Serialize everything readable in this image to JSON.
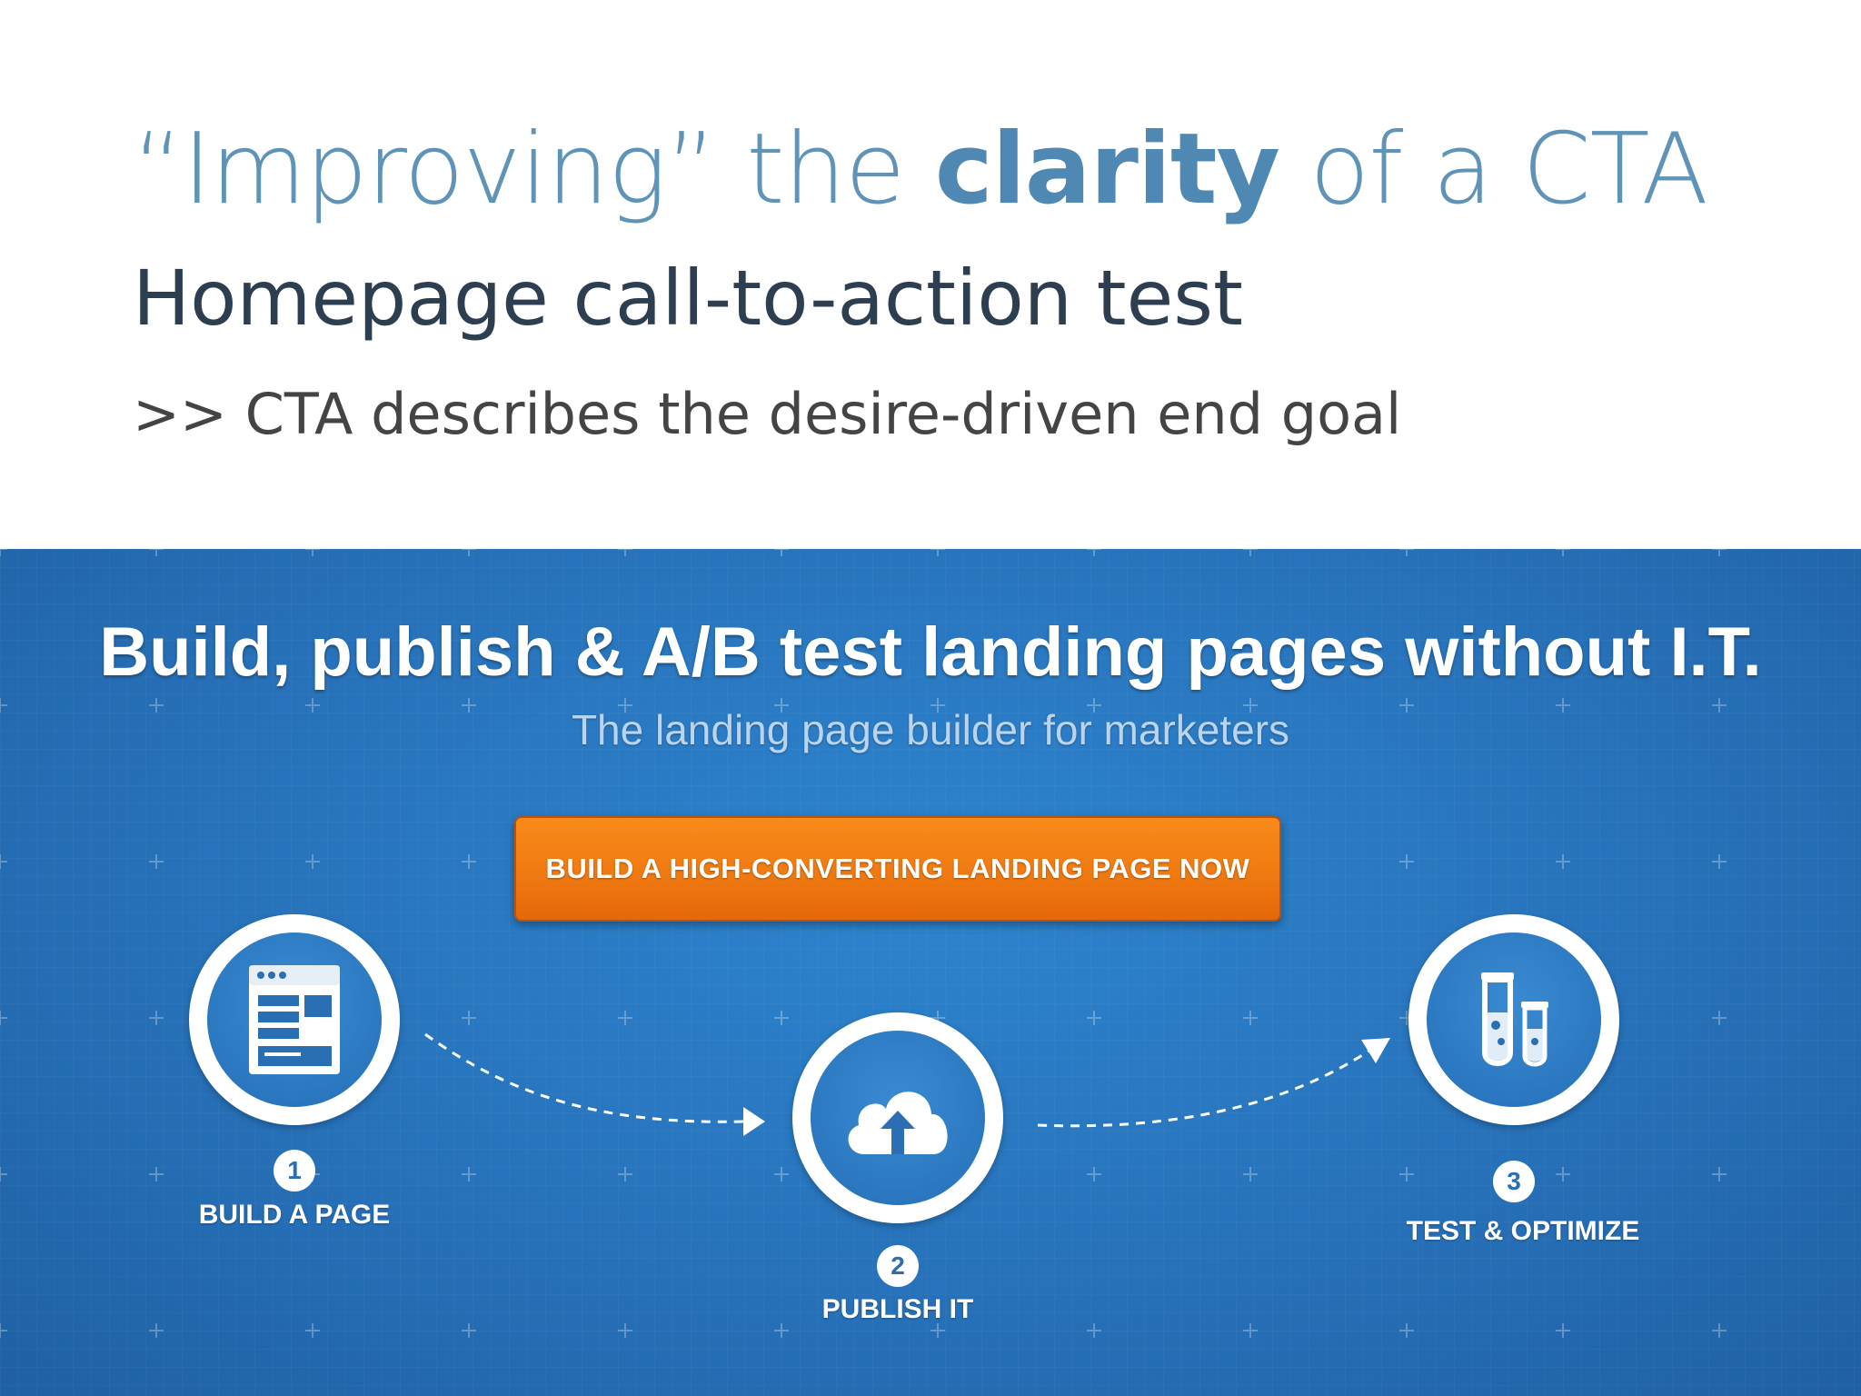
{
  "slide": {
    "title_pre": "“Improving” the ",
    "title_bold": "clarity",
    "title_post": " of a CTA",
    "subtitle": "Homepage call-to-action test",
    "note": ">> CTA describes the desire-driven end goal"
  },
  "hero": {
    "headline": "Build, publish & A/B test landing pages without I.T.",
    "subheadline": "The landing page builder for marketers",
    "cta_label": "BUILD A HIGH-CONVERTING LANDING PAGE NOW",
    "colors": {
      "background": "#2772ba",
      "cta": "#f07a12"
    },
    "steps": [
      {
        "number": "1",
        "label": "BUILD A PAGE",
        "icon": "page-layout-icon"
      },
      {
        "number": "2",
        "label": "PUBLISH IT",
        "icon": "cloud-upload-icon"
      },
      {
        "number": "3",
        "label": "TEST & OPTIMIZE",
        "icon": "test-tubes-icon"
      }
    ]
  }
}
